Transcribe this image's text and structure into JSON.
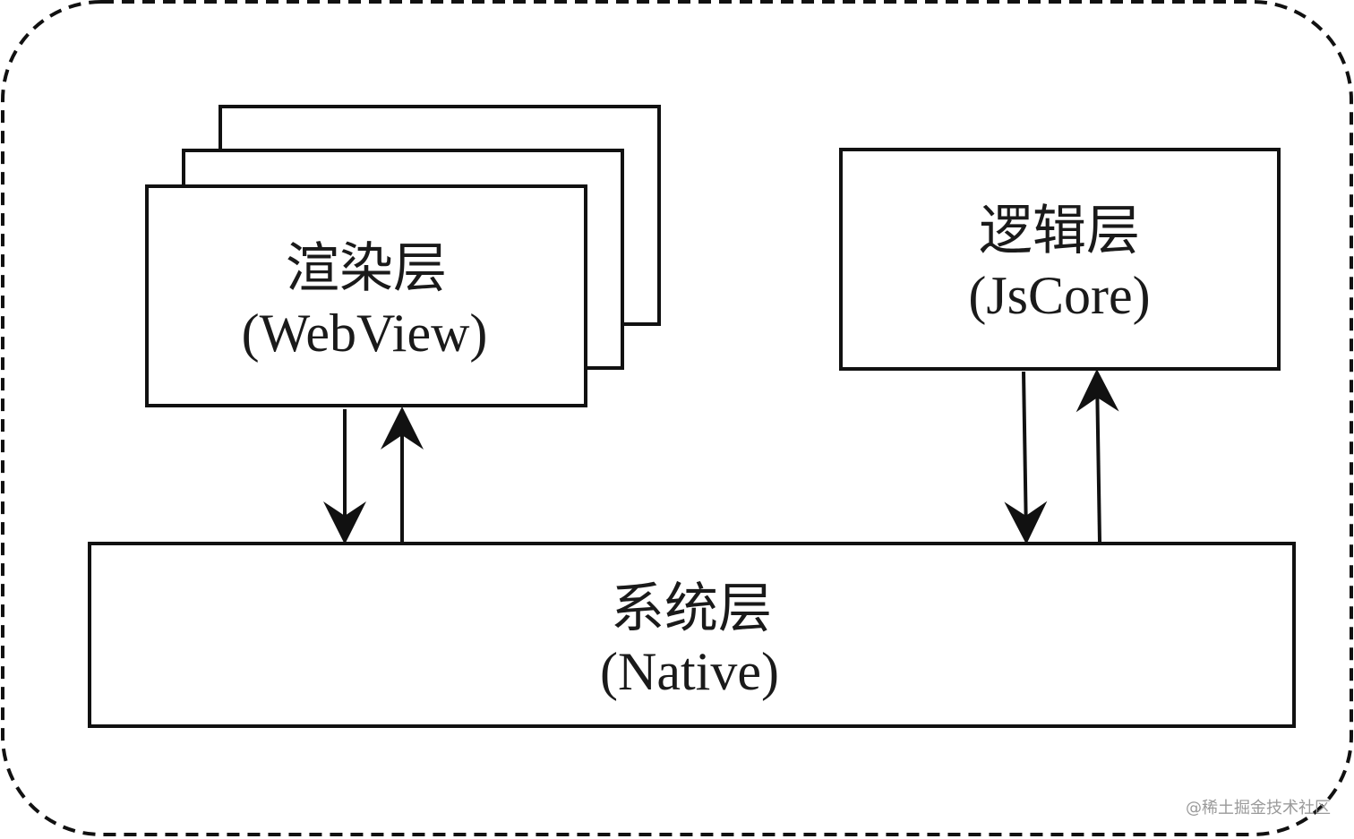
{
  "diagram": {
    "render_layer": {
      "title": "渲染层",
      "subtitle": "(WebView)"
    },
    "logic_layer": {
      "title": "逻辑层",
      "subtitle": "(JsCore)"
    },
    "system_layer": {
      "title": "系统层",
      "subtitle": "(Native)"
    },
    "edges": [
      {
        "from": "render_layer",
        "to": "system_layer"
      },
      {
        "from": "system_layer",
        "to": "render_layer"
      },
      {
        "from": "logic_layer",
        "to": "system_layer"
      },
      {
        "from": "system_layer",
        "to": "logic_layer"
      }
    ]
  },
  "watermark": "@稀土掘金技术社区",
  "colors": {
    "stroke": "#111111",
    "background": "#ffffff"
  }
}
